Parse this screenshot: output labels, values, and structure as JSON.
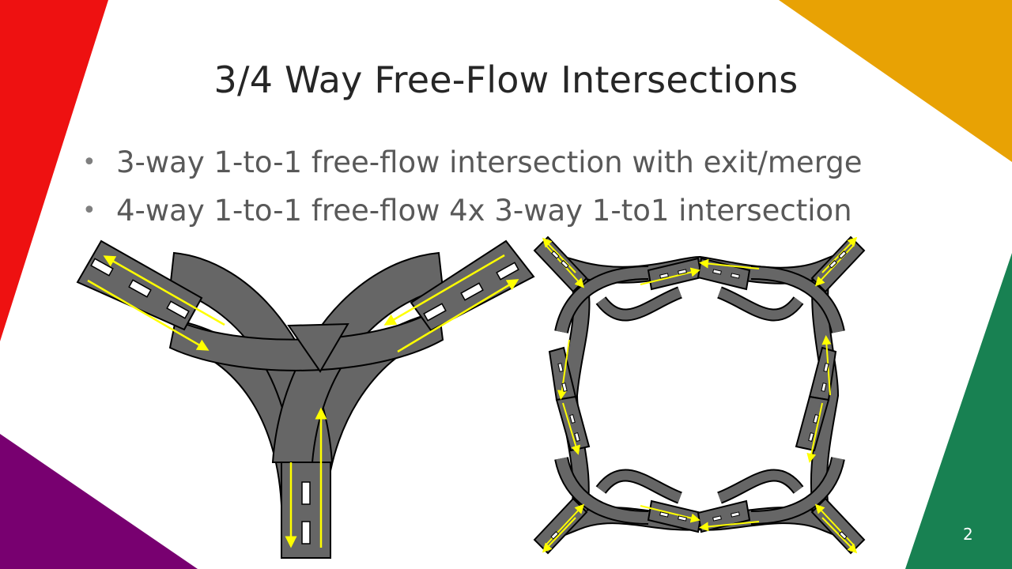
{
  "slide": {
    "title": "3/4 Way Free-Flow Intersections",
    "bullets": [
      {
        "text": "3-way 1-to-1 free-flow intersection with exit/merge"
      },
      {
        "text": "4-way 1-to-1 free-flow 4x 3-way 1-to1 intersection"
      }
    ],
    "bullet_glyph": "•",
    "page_number": "2"
  },
  "theme": {
    "background": "#ffffff",
    "accent_red": "#ee1111",
    "accent_orange": "#e8a204",
    "accent_green": "#188152",
    "accent_purple": "#780070",
    "road_color": "#666666",
    "lane_marking_color": "#ffff00",
    "dash_color": "#ffffff",
    "outline_color": "#000000"
  },
  "diagrams": [
    {
      "id": "three-way",
      "label": "3-way 1-to-1 free-flow intersection diagram",
      "legs": 3
    },
    {
      "id": "four-way",
      "label": "4-way free-flow intersection made of 4x 3-way intersections",
      "legs": 4
    }
  ]
}
